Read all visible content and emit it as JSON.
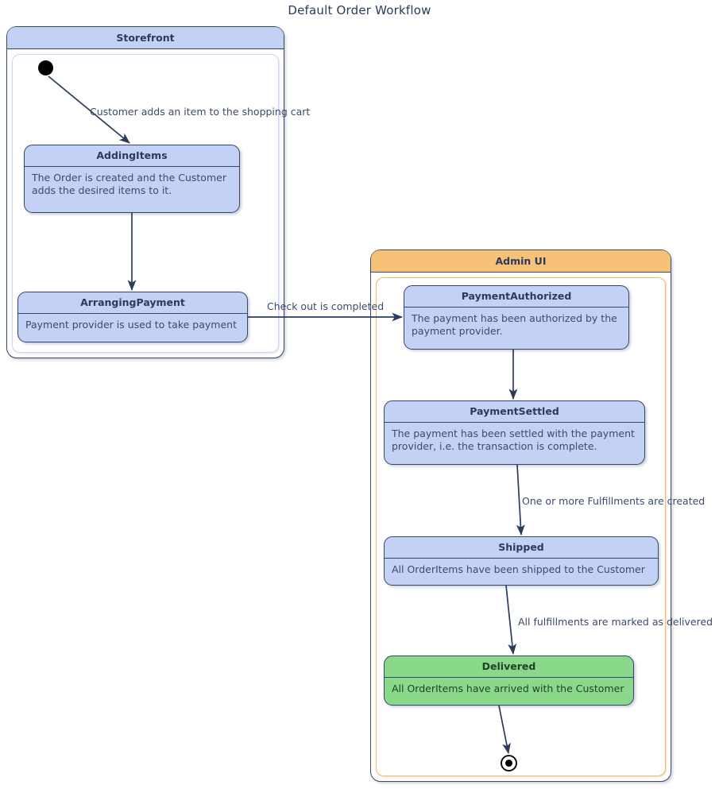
{
  "diagram": {
    "title": "Default Order Workflow",
    "type": "uml-state-machine"
  },
  "colors": {
    "composite_blue_header": "#c3d2f4",
    "composite_orange_header": "#f7c277",
    "state_fill": "#c3d2f4",
    "state_final_fill": "#8ad98a",
    "border": "#36456b",
    "text": "#2b3a5e",
    "arrow": "#2b3a5e"
  },
  "regions": [
    {
      "id": "storefront",
      "title": "Storefront",
      "accent": "#c3d2f4"
    },
    {
      "id": "admin-ui",
      "title": "Admin UI",
      "accent": "#f7c277"
    }
  ],
  "states": [
    {
      "id": "adding-items",
      "name": "AddingItems",
      "description": "The Order is created and the Customer adds the desired items to it.",
      "region": "storefront",
      "fill": "#c3d2f4"
    },
    {
      "id": "arranging-payment",
      "name": "ArrangingPayment",
      "description": "Payment provider is used to take payment",
      "region": "storefront",
      "fill": "#c3d2f4"
    },
    {
      "id": "payment-authorized",
      "name": "PaymentAuthorized",
      "description": "The payment has been authorized by the payment provider.",
      "region": "admin-ui",
      "fill": "#c3d2f4"
    },
    {
      "id": "payment-settled",
      "name": "PaymentSettled",
      "description": "The payment has been settled with the payment provider, i.e. the transaction is complete.",
      "region": "admin-ui",
      "fill": "#c3d2f4"
    },
    {
      "id": "shipped",
      "name": "Shipped",
      "description": "All OrderItems have been shipped to the Customer",
      "region": "admin-ui",
      "fill": "#c3d2f4"
    },
    {
      "id": "delivered",
      "name": "Delivered",
      "description": "All OrderItems have arrived with the Customer",
      "region": "admin-ui",
      "fill": "#8ad98a"
    }
  ],
  "transitions": [
    {
      "id": "t1",
      "from": "initial",
      "to": "adding-items",
      "label": "Customer adds an item to the shopping cart"
    },
    {
      "id": "t2",
      "from": "adding-items",
      "to": "arranging-payment",
      "label": ""
    },
    {
      "id": "t3",
      "from": "arranging-payment",
      "to": "payment-authorized",
      "label": "Check out is completed"
    },
    {
      "id": "t4",
      "from": "payment-authorized",
      "to": "payment-settled",
      "label": ""
    },
    {
      "id": "t5",
      "from": "payment-settled",
      "to": "shipped",
      "label": "One or more Fulfillments are created"
    },
    {
      "id": "t6",
      "from": "shipped",
      "to": "delivered",
      "label": "All fulfillments are marked as delivered"
    },
    {
      "id": "t7",
      "from": "delivered",
      "to": "final",
      "label": ""
    }
  ],
  "pseudo_states": [
    {
      "id": "initial",
      "kind": "initial-state"
    },
    {
      "id": "final",
      "kind": "final-state"
    }
  ]
}
